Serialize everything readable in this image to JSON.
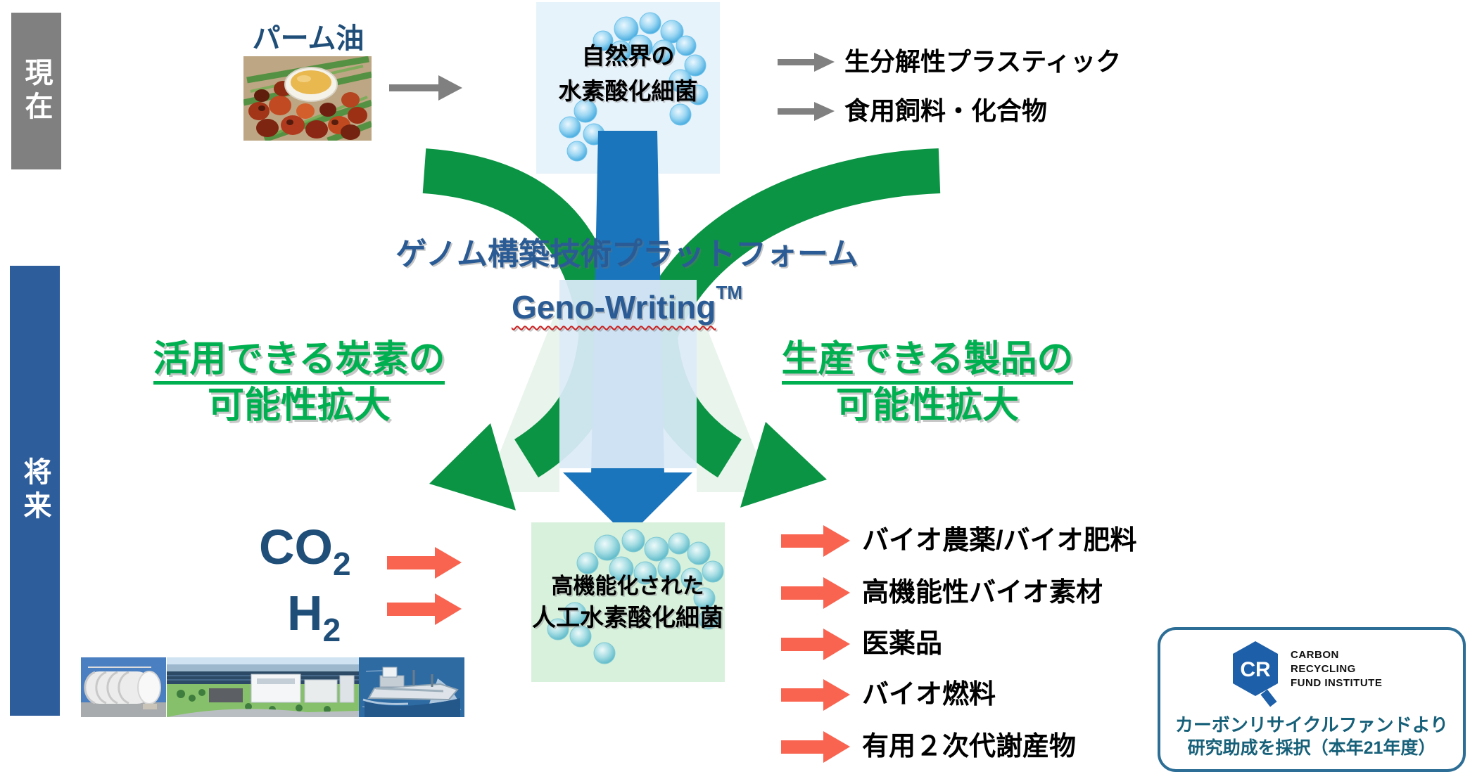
{
  "timeline": {
    "present_label": "現在",
    "future_label": "将来"
  },
  "top_flow": {
    "palm_label": "パーム油",
    "bacteria_box": {
      "line1": "自然界の",
      "line2": "水素酸化細菌"
    },
    "outputs": [
      "生分解性プラスティック",
      "食用飼料・化合物"
    ]
  },
  "platform": {
    "title": "ゲノム構築技術プラットフォーム",
    "brand": "Geno-Writing",
    "trademark": "TM"
  },
  "expansion": {
    "left": {
      "line1": "活用できる炭素の",
      "line2": "可能性拡大"
    },
    "right": {
      "line1": "生産できる製品の",
      "line2": "可能性拡大"
    }
  },
  "inputs": {
    "co2_base": "CO",
    "co2_sub": "2",
    "h2_base": "H",
    "h2_sub": "2"
  },
  "future_box": {
    "line1": "高機能化された",
    "line2": "人工水素酸化細菌"
  },
  "products": [
    "バイオ農薬/バイオ肥料",
    "高機能性バイオ素材",
    "医薬品",
    "バイオ燃料",
    "有用２次代謝産物"
  ],
  "badge": {
    "logo_letters": "CR",
    "org_line1": "CARBON",
    "org_line2": "RECYCLING",
    "org_line3": "FUND INSTITUTE",
    "jp_line1": "カーボンリサイクルファンドより",
    "jp_line2": "研究助成を採択（本年21年度）"
  },
  "colors": {
    "green_arrow": "#0b9444",
    "green_text": "#00b050",
    "blue_arrow": "#1b75bc",
    "dark_blue_text": "#1f4e79",
    "title_blue": "#2a5b94",
    "red_arrow": "#f96450",
    "gray_arrow": "#808080",
    "present_bar": "#808080",
    "future_bar": "#2e5d9b",
    "bacteria_box_bg": "#e7f3fb",
    "future_box_bg": "#d8f1dc",
    "badge_border": "#2d6e96",
    "badge_text": "#176079",
    "logo_blue": "#1d5fa8"
  }
}
